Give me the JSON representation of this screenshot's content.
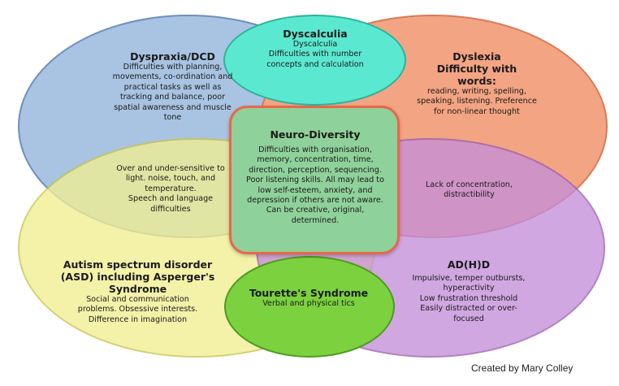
{
  "dyspraxia": {
    "title": "Dyspraxia/DCD",
    "body": "Difficulties with planning, movements, co-ordination and practical tasks as well as tracking and balance, poor spatial awareness and muscle tone",
    "color": "#a9c3e2"
  },
  "dyscalculia": {
    "title": "Dyscalculia",
    "body": "Dyscalculia\nDifficulties with number concepts and calculation",
    "color": "#5be8d1"
  },
  "dyslexia": {
    "title": "Dyslexia\nDifficulty with words:",
    "body": "reading, writing, spelling, speaking, listening. Preference for non-linear thought",
    "color": "#f3a483"
  },
  "sensory_overlap": {
    "body": "Over and under-sensitive to light. noise, touch, and temperature.\nSpeech and language difficulties"
  },
  "attention_overlap": {
    "body": "Lack of concentration, distractibility"
  },
  "neuro_diversity": {
    "title": "Neuro-Diversity",
    "body": "Difficulties with organisation, memory, concentration, time, direction, perception, sequencing. Poor listening skills. All may lead to low self-esteem, anxiety, and depression if others are not aware. Can be creative, original, determined.",
    "color": "#8fd19a",
    "border_color": "#e9674a"
  },
  "autism": {
    "title": "Autism spectrum disorder (ASD) including Asperger's Syndrome",
    "body": "Social and communication problems. Obsessive interests. Difference in imagination",
    "color": "#f1ef92"
  },
  "adhd": {
    "title": "AD(H)D",
    "body": "Impulsive, temper outbursts, hyperactivity\nLow frustration threshold\nEasily distracted or over-focused",
    "color": "#c58fda"
  },
  "tourette": {
    "title": "Tourette's Syndrome",
    "body": "Verbal and physical tics",
    "color": "#7cd13f"
  },
  "credit": "Created by Mary Colley"
}
